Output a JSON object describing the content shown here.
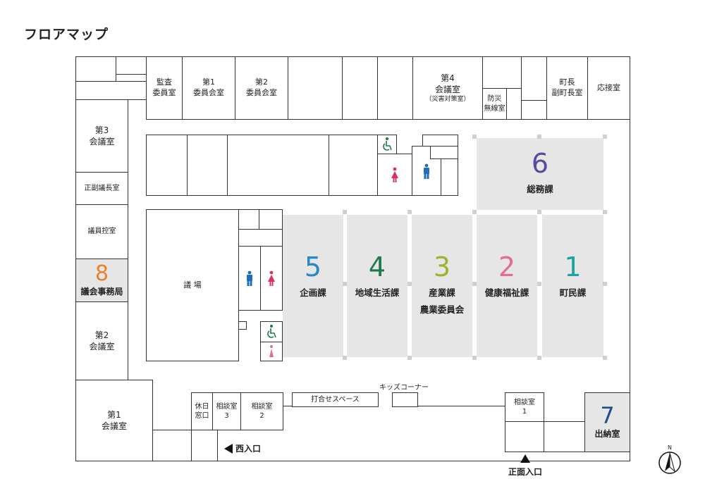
{
  "title": "フロアマップ",
  "rooms": {
    "kansa": [
      "監査",
      "委員室"
    ],
    "iin1": [
      "第1",
      "委員会室"
    ],
    "iin2": [
      "第2",
      "委員会室"
    ],
    "kaigi4": [
      "第4",
      "会議室",
      "（災害対策室）"
    ],
    "bousai": [
      "防災",
      "無線室"
    ],
    "chocho": [
      "町長",
      "副町長室"
    ],
    "ousetsu": "応接室",
    "kaigi3": [
      "第3",
      "会議室"
    ],
    "seifuku": "正副議長室",
    "hikae": "議員控室",
    "jimu": {
      "num": "8",
      "label": "議会事務局"
    },
    "kaigi2": [
      "第2",
      "会議室"
    ],
    "kaigi1": [
      "第1",
      "会議室"
    ],
    "gijo": "議 場",
    "kyujitsu": [
      "休日",
      "窓口"
    ],
    "soudan3": [
      "相談室",
      "3"
    ],
    "soudan2": [
      "相談室",
      "2"
    ],
    "uchiawase": "打合せスペース",
    "kids": "キッズコーナー",
    "soudan1": [
      "相談室",
      "1"
    ],
    "suito": {
      "num": "7",
      "label": "出納室"
    }
  },
  "departments": [
    {
      "num": "6",
      "label": "総務課",
      "color": "#5b4a9a"
    },
    {
      "num": "5",
      "label": "企画課",
      "color": "#2a88c8"
    },
    {
      "num": "4",
      "label": "地域生活課",
      "color": "#1f7a4a"
    },
    {
      "num": "3",
      "label": "産業課",
      "label2": "農業委員会",
      "color": "#9ab42e"
    },
    {
      "num": "2",
      "label": "健康福祉課",
      "color": "#e06e96"
    },
    {
      "num": "1",
      "label": "町民課",
      "color": "#1aa3a0"
    }
  ],
  "entrances": {
    "west": "西入口",
    "front": "正面入口"
  },
  "compass": "N",
  "colors": {
    "jimu": "#e8822a",
    "suito": "#1e4f8a",
    "male": "#1e6fb5",
    "female": "#d8325f",
    "accessible": "#1f7a4a"
  }
}
